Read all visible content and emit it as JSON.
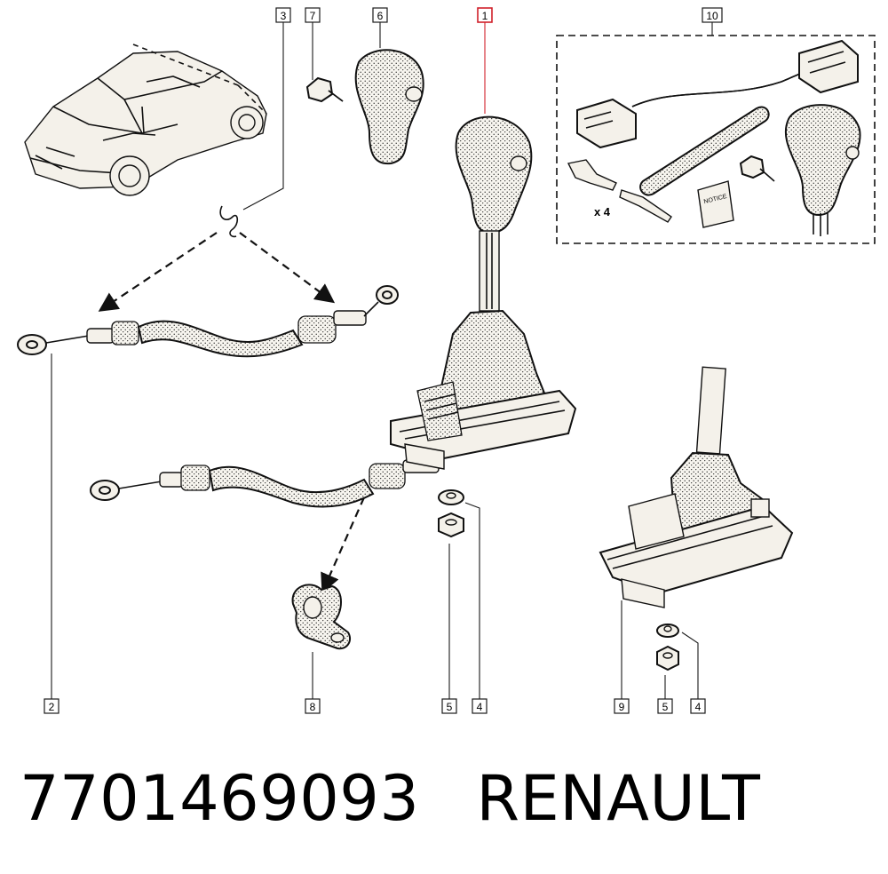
{
  "callouts": {
    "c1": "1",
    "c2": "2",
    "c3": "3",
    "c4a": "4",
    "c4b": "4",
    "c5a": "5",
    "c5b": "5",
    "c6": "6",
    "c7": "7",
    "c8": "8",
    "c9": "9",
    "c10": "10"
  },
  "kit": {
    "quantity_label": "x 4",
    "leaflet_label": "NOTICE"
  },
  "footer": {
    "part_number": "7701469093",
    "brand": "RENAULT"
  },
  "colors": {
    "highlight": "#d0202a",
    "ink": "#111111"
  }
}
